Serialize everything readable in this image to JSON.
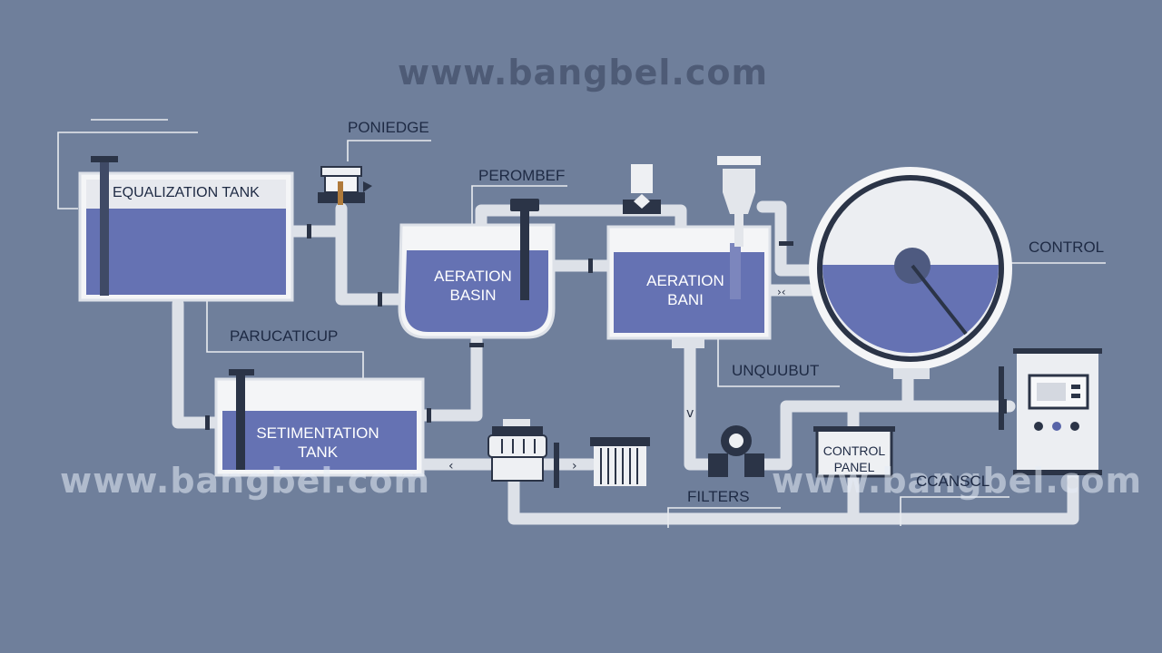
{
  "watermarks": {
    "top": "www.bangbel.com",
    "bottom_left": "www.bangbel.com",
    "bottom_right": "www.bangbel.com"
  },
  "labels": {
    "poniedge": "PONIEDGE",
    "perombef": "PEROMBEF",
    "control": "CONTROL",
    "parucaticup": "PARUCATICUP",
    "unquubut": "UNQUUBUT",
    "filters": "FILTERS",
    "ccanscl": "CCANSCL"
  },
  "tanks": {
    "equalization": "EQUALIZATION TANK",
    "aeration_basin_line1": "AERATION",
    "aeration_basin_line2": "BASIN",
    "aeration_bani_line1": "AERATION",
    "aeration_bani_line2": "BANI",
    "sedimentation_line1": "SETIMENTATION",
    "sedimentation_line2": "TANK"
  },
  "control_panel": {
    "line1": "CONTROL",
    "line2": "PANEL"
  },
  "colors": {
    "background": "#6f7f9b",
    "pipe": "#dde1e8",
    "water": "#6572b3",
    "tank_frame": "#f4f5f7",
    "dark": "#2b3447"
  }
}
